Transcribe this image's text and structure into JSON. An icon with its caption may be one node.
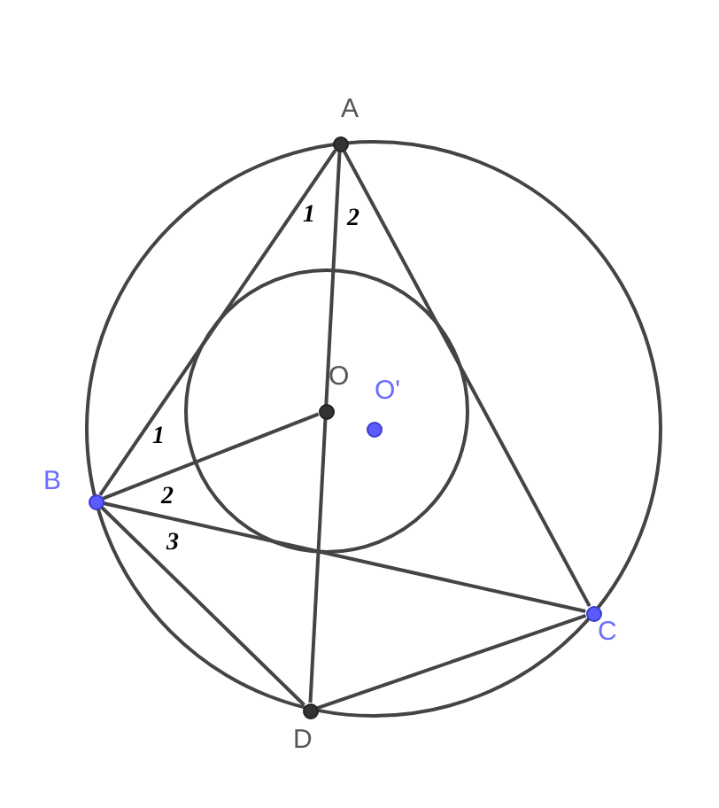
{
  "diagram": {
    "nodes": [
      {
        "text": [
          "A"
        ]
      },
      {
        "text": [
          "O"
        ]
      },
      {
        "text": [
          "O'"
        ]
      },
      {
        "text": [
          "B"
        ]
      },
      {
        "text": [
          "C"
        ]
      },
      {
        "text": [
          "D"
        ]
      }
    ],
    "edges": [
      {
        "from": 0,
        "to": 3,
        "arrow": "none"
      },
      {
        "from": 0,
        "to": 4,
        "arrow": "none"
      },
      {
        "from": 0,
        "to": 5,
        "arrow": "none"
      },
      {
        "from": 3,
        "to": 1,
        "arrow": "none"
      },
      {
        "from": 3,
        "to": 4,
        "arrow": "none"
      },
      {
        "from": 3,
        "to": 5,
        "arrow": "none"
      },
      {
        "from": 5,
        "to": 4,
        "arrow": "none"
      }
    ],
    "labels": [
      "1",
      "2",
      "1",
      "2",
      "3"
    ]
  }
}
